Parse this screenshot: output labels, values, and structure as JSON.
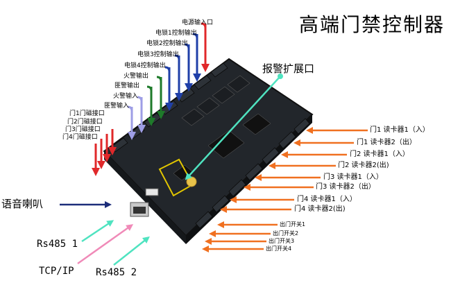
{
  "title": "高端门禁控制器",
  "alarm_expansion": "报警扩展口",
  "top_outputs": [
    "电源输入口",
    "电锁1控制输出",
    "电锁2控制输出",
    "电锁3控制输出",
    "电锁4控制输出",
    "火警输出",
    "匪警输出",
    "火警输入",
    "匪警输入"
  ],
  "door_magnets": [
    "门1门磁接口",
    "门2门磁接口",
    "门3门磁接口",
    "门4门磁接口"
  ],
  "readers": [
    "门1 读卡器1（入）",
    "门1 读卡器2（出）",
    "门2 读卡器1（入）",
    "门2 读卡器2(出)",
    "门3 读卡器1（入）",
    "门3 读卡器2（出）",
    "门4 读卡器1（入）",
    "门4 读卡器2(出)"
  ],
  "exit_switches": [
    "出门开关1",
    "出门开关2",
    "出门开关3",
    "出门开关4"
  ],
  "speaker": "语音喇叭",
  "rs485_1": "Rs485 1",
  "tcpip": "TCP/IP",
  "rs485_2": "Rs485 2",
  "colors": {
    "red": "#e0282a",
    "blue": "#1f3fa8",
    "green": "#1e7a2a",
    "lavender": "#9e9ee6",
    "orange": "#f07020",
    "cyan": "#4fe3c0",
    "pink": "#f08ab8",
    "navy": "#1c2d7a",
    "board": "#22262b"
  }
}
